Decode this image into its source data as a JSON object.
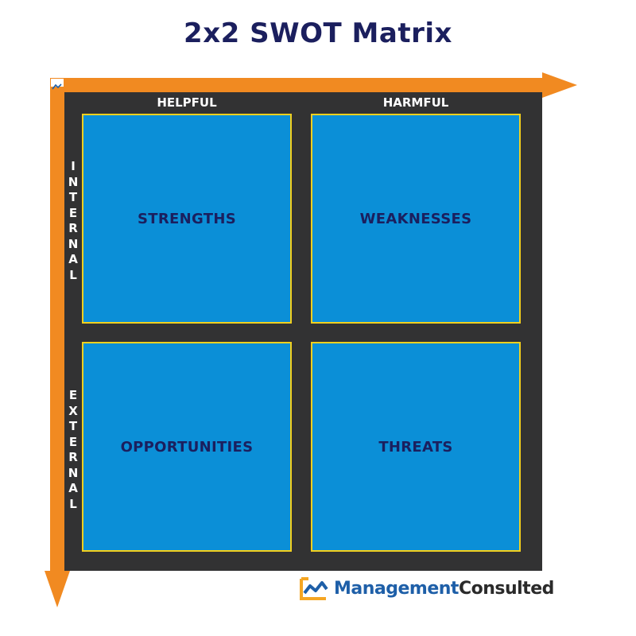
{
  "title": "2x2 SWOT Matrix",
  "axes": {
    "horizontal": {
      "labels": [
        "HELPFUL",
        "HARMFUL"
      ],
      "direction": "right"
    },
    "vertical": {
      "labels": [
        "INTERNAL",
        "EXTERNAL"
      ],
      "direction": "down"
    }
  },
  "quadrants": [
    {
      "label": "STRENGTHS",
      "row": "INTERNAL",
      "col": "HELPFUL"
    },
    {
      "label": "WEAKNESSES",
      "row": "INTERNAL",
      "col": "HARMFUL"
    },
    {
      "label": "OPPORTUNITIES",
      "row": "EXTERNAL",
      "col": "HELPFUL"
    },
    {
      "label": "THREATS",
      "row": "EXTERNAL",
      "col": "HARMFUL"
    }
  ],
  "brand": {
    "name_part1": "Management",
    "name_part2": "Consulted"
  },
  "colors": {
    "arrow": "#f18a21",
    "board": "#323233",
    "quadrant_fill": "#0b8fd7",
    "quadrant_border": "#f2d01e",
    "title_text": "#1b1f5e",
    "brand_blue": "#1e5fa8"
  }
}
